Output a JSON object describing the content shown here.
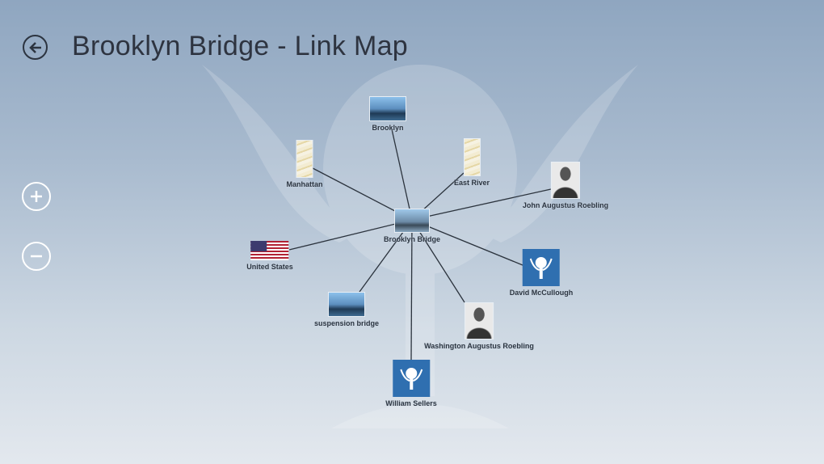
{
  "header": {
    "title": "Brooklyn Bridge - Link Map",
    "back_icon": "back-arrow-icon"
  },
  "controls": {
    "zoom_in_icon": "plus-icon",
    "zoom_out_icon": "minus-icon"
  },
  "map": {
    "center": {
      "label": "Brooklyn Bridge"
    },
    "nodes": [
      {
        "label": "Brooklyn"
      },
      {
        "label": "Manhattan"
      },
      {
        "label": "East River"
      },
      {
        "label": "John Augustus Roebling"
      },
      {
        "label": "United States"
      },
      {
        "label": "suspension bridge"
      },
      {
        "label": "Washington Augustus Roebling"
      },
      {
        "label": "David McCullough"
      },
      {
        "label": "William Sellers"
      }
    ]
  },
  "colors": {
    "accent": "#2f6fb0",
    "title": "#2e3440",
    "link": "#2b333d"
  }
}
